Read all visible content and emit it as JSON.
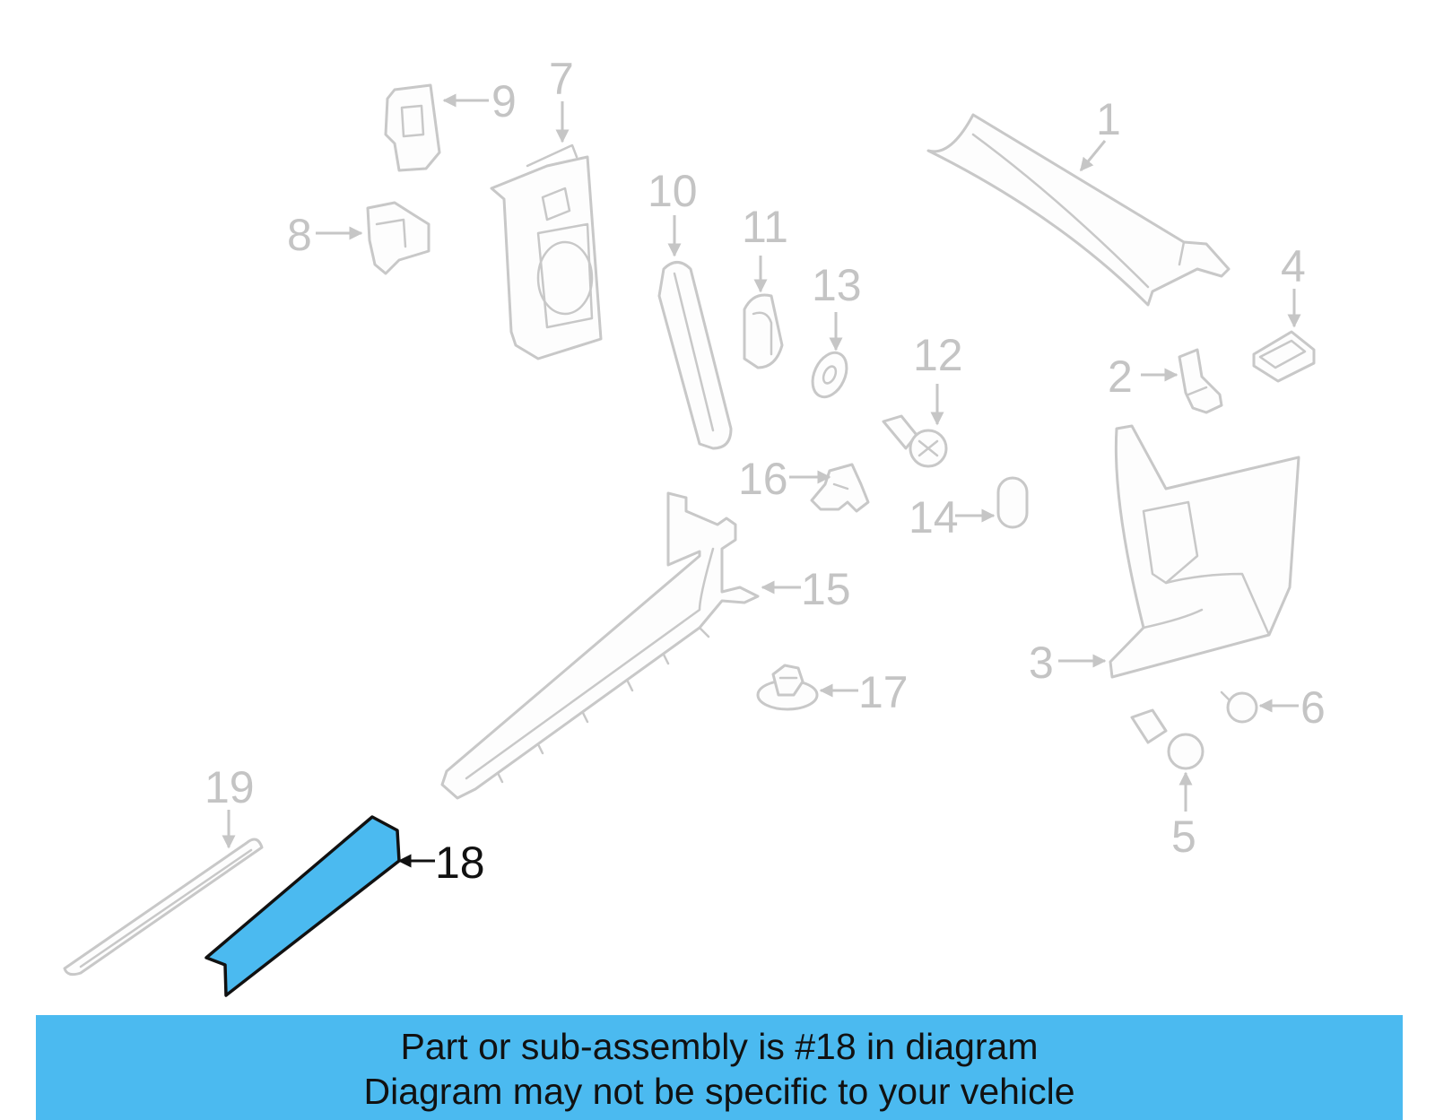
{
  "diagram": {
    "callouts": [
      "1",
      "2",
      "3",
      "4",
      "5",
      "6",
      "7",
      "8",
      "9",
      "10",
      "11",
      "12",
      "13",
      "14",
      "15",
      "16",
      "17",
      "18",
      "19"
    ],
    "highlighted_part": "18",
    "highlight_color": "#4bbaf0",
    "part_color": "#c8c8c8"
  },
  "banner": {
    "line1": "Part or sub-assembly is #18 in diagram",
    "line2": "Diagram may not be specific to your vehicle",
    "background": "#4bbaf0"
  }
}
